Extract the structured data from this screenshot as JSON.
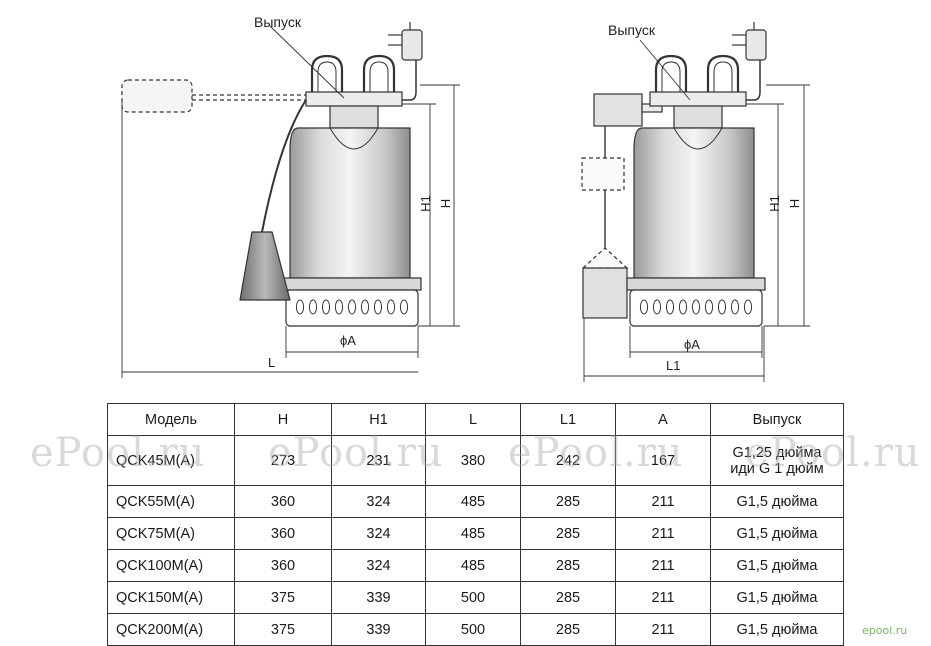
{
  "labels": {
    "outlet_left": "Выпуск",
    "outlet_right": "Выпуск",
    "dim_H1_left": "H1",
    "dim_H_left": "H",
    "dim_A_left": "ϕA",
    "dim_L": "L",
    "dim_H1_right": "H1",
    "dim_H_right": "H",
    "dim_A_right": "ϕA",
    "dim_L1": "L1"
  },
  "table": {
    "headers": [
      "Модель",
      "H",
      "H1",
      "L",
      "L1",
      "A",
      "Выпуск"
    ],
    "rows": [
      {
        "model": "QCK45M(A)",
        "H": "273",
        "H1": "231",
        "L": "380",
        "L1": "242",
        "A": "167",
        "outlet_1": "G1,25 дюйма",
        "outlet_2": "иди G 1 дюйм"
      },
      {
        "model": "QCK55M(A)",
        "H": "360",
        "H1": "324",
        "L": "485",
        "L1": "285",
        "A": "211",
        "outlet_1": "G1,5 дюйма"
      },
      {
        "model": "QCK75M(A)",
        "H": "360",
        "H1": "324",
        "L": "485",
        "L1": "285",
        "A": "211",
        "outlet_1": "G1,5 дюйма"
      },
      {
        "model": "QCK100M(A)",
        "H": "360",
        "H1": "324",
        "L": "485",
        "L1": "285",
        "A": "211",
        "outlet_1": "G1,5 дюйма"
      },
      {
        "model": "QCK150M(A)",
        "H": "375",
        "H1": "339",
        "L": "500",
        "L1": "285",
        "A": "211",
        "outlet_1": "G1,5 дюйма"
      },
      {
        "model": "QCK200M(A)",
        "H": "375",
        "H1": "339",
        "L": "500",
        "L1": "285",
        "A": "211",
        "outlet_1": "G1,5 дюйма"
      }
    ]
  },
  "watermarks": [
    "ePool.ru",
    "ePool.ru",
    "ePool.ru",
    "ePool.ru"
  ],
  "logo": "epool.ru"
}
